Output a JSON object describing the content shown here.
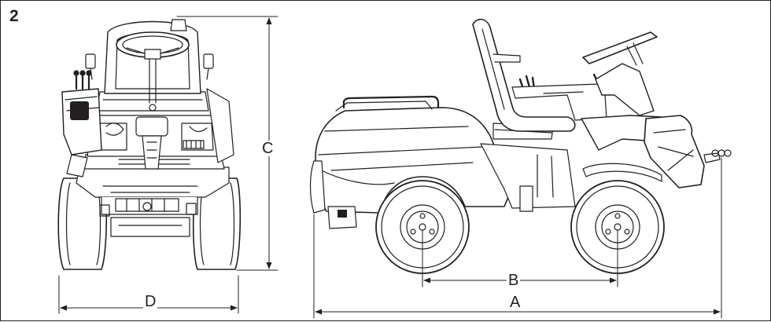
{
  "figure": {
    "number": "2",
    "dimension_labels": {
      "A": "A",
      "B": "B",
      "C": "C",
      "D": "D"
    },
    "colors": {
      "ink": "#231f20",
      "tire": "#ffffff",
      "background": "#ffffff"
    }
  }
}
